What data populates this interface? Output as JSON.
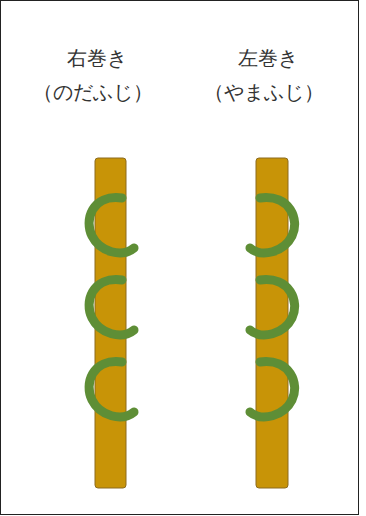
{
  "diagram": {
    "labels": [
      "右巻き",
      "（のだふじ）",
      "左巻き",
      "（やまふじ）"
    ]
  }
}
